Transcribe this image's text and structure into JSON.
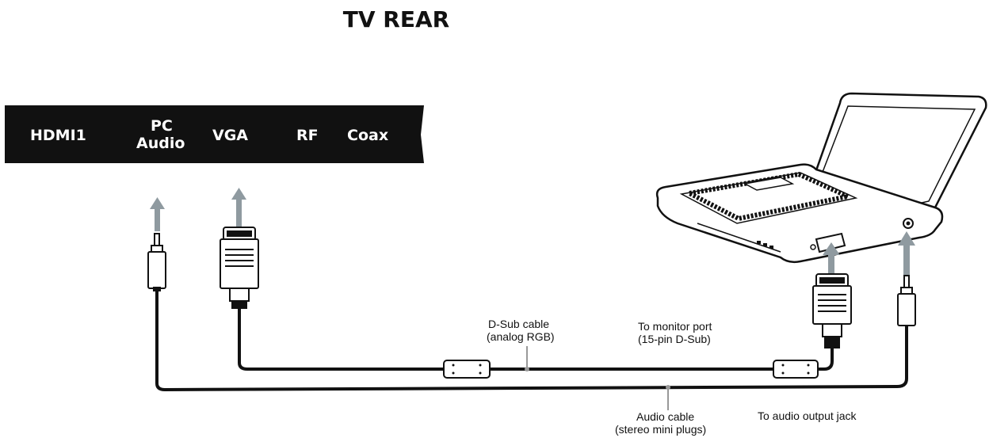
{
  "title": "TV REAR",
  "tv_panel": {
    "ports": [
      "HDMI1",
      "PC",
      "Audio",
      "VGA",
      "RF",
      "Coax"
    ]
  },
  "callouts": {
    "dsub_cable_line1": "D-Sub cable",
    "dsub_cable_line2": "(analog RGB)",
    "monitor_port_line1": "To monitor port",
    "monitor_port_line2": "(15-pin D-Sub)",
    "audio_cable_line1": "Audio cable",
    "audio_cable_line2": "(stereo mini plugs)",
    "audio_output": "To audio output jack"
  },
  "colors": {
    "panel": "#111111",
    "arrow": "#8f9aa0",
    "cable": "#111111"
  }
}
